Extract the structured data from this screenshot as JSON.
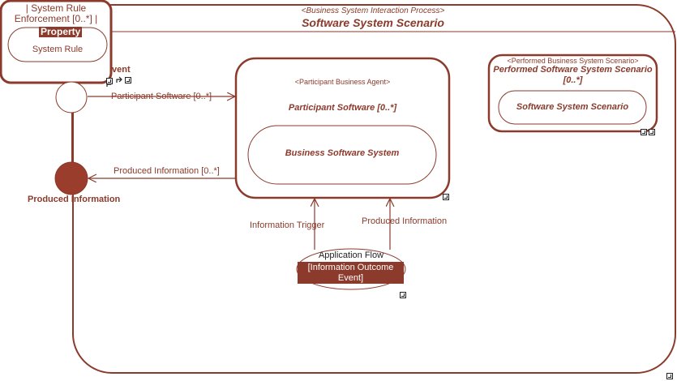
{
  "process": {
    "stereotype": "<Business System Interaction Process>",
    "title": "Software System Scenario"
  },
  "rule_panel": {
    "title_line1": "| System Rule",
    "title_line2": "Enforcement [0..*] |",
    "property_badge": "Property",
    "item_label": "System Rule"
  },
  "event_label": "vent",
  "agent": {
    "stereotype": "<Participant Business Agent>",
    "title": "Participant Software [0..*]",
    "inner_label": "Business Software System"
  },
  "performed": {
    "stereotype": "<Performed Business System Scenario>",
    "title_line1": "Performed Software System Scenario",
    "title_line2": "[0..*]",
    "inner_label": "Software System Scenario"
  },
  "flows": {
    "participant_software": "Participant Software [0..*]",
    "produced_information": "Produced Information [0..*]",
    "information_trigger": "Information Trigger",
    "produced_information_up": "Produced Information"
  },
  "final_node_label": "Produced Information",
  "application_flow": {
    "label": "Application Flow",
    "tag_line1": "[Information Outcome",
    "tag_line2": "Event]"
  },
  "colors": {
    "primary": "#8b3a2b",
    "final_node_fill": "#9a3d2c",
    "background": "#ffffff"
  }
}
